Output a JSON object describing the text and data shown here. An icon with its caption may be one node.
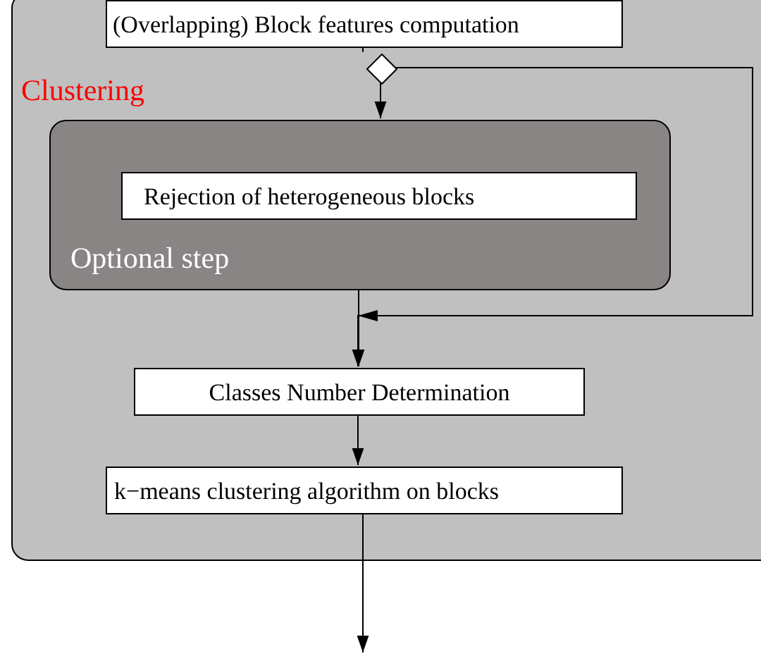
{
  "diagram": {
    "nodes": [
      {
        "text": [
          "Clustering"
        ]
      },
      {
        "text": [
          "(Overlapping) Block features computation"
        ],
        "in": 0
      },
      {
        "text": [],
        "shape": "diamond",
        "in": 0
      },
      {
        "text": [
          "Optional step"
        ],
        "in": 0
      },
      {
        "text": [
          "Rejection of heterogeneous blocks"
        ],
        "in": 3
      },
      {
        "text": [
          "Classes Number Determination"
        ],
        "in": 0
      },
      {
        "text": [
          "k−means clustering algorithm on blocks"
        ],
        "in": 0
      }
    ],
    "edges": [
      {
        "from": 1,
        "to": 2,
        "arrow": "none"
      },
      {
        "from": 2,
        "to": 3,
        "arrow": "to"
      },
      {
        "from": 2,
        "to": 5,
        "arrow": "to"
      },
      {
        "from": 3,
        "to": 5,
        "arrow": "to"
      },
      {
        "from": 5,
        "to": 6,
        "arrow": "to"
      },
      {
        "from": 6,
        "to": null,
        "arrow": "to"
      }
    ]
  }
}
